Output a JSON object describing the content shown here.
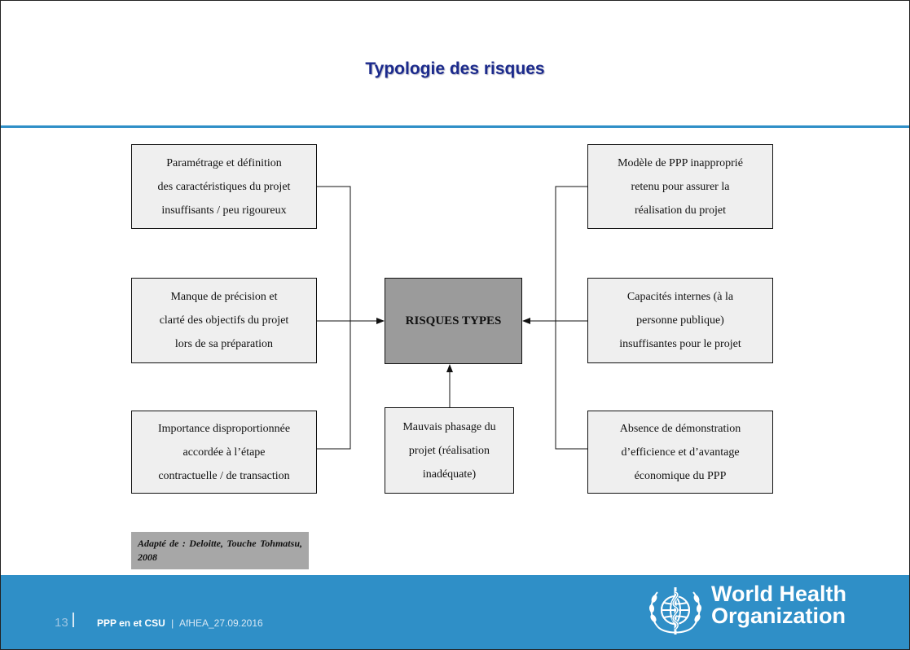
{
  "slide": {
    "title": "Typologie des risques"
  },
  "diagram": {
    "center": "RISQUES TYPES",
    "left_boxes": [
      "Paramétrage et définition\ndes caractéristiques du projet\ninsuffisants / peu rigoureux",
      "Manque de précision et\nclarté des objectifs du projet\nlors de sa préparation",
      "Importance disproportionnée\naccordée à l’étape\ncontractuelle / de transaction"
    ],
    "right_boxes": [
      "Modèle de PPP inapproprié\nretenu pour assurer la\nréalisation du projet",
      "Capacités internes (à la\npersonne publique)\ninsuffisantes pour le projet",
      "Absence de démonstration\nd’efficience et d’avantage\néconomique du PPP"
    ],
    "bottom_box": "Mauvais phasage du\nprojet (réalisation\ninadéquate)"
  },
  "source_note": "Adapté de : Deloitte, Touche Tohmatsu, 2008",
  "footer": {
    "page_number": "13",
    "presentation": "PPP en et CSU",
    "separator": "|",
    "event": "AfHEA_27.09.2016",
    "org_name_line1": "World Health",
    "org_name_line2": "Organization"
  },
  "colors": {
    "title": "#1b2a8c",
    "accent_blue": "#2f8fc7",
    "box_fill": "#efefef",
    "center_fill": "#9b9b9b",
    "source_fill": "#a7a7a7"
  },
  "icons": {
    "logo": "who-emblem-icon"
  }
}
